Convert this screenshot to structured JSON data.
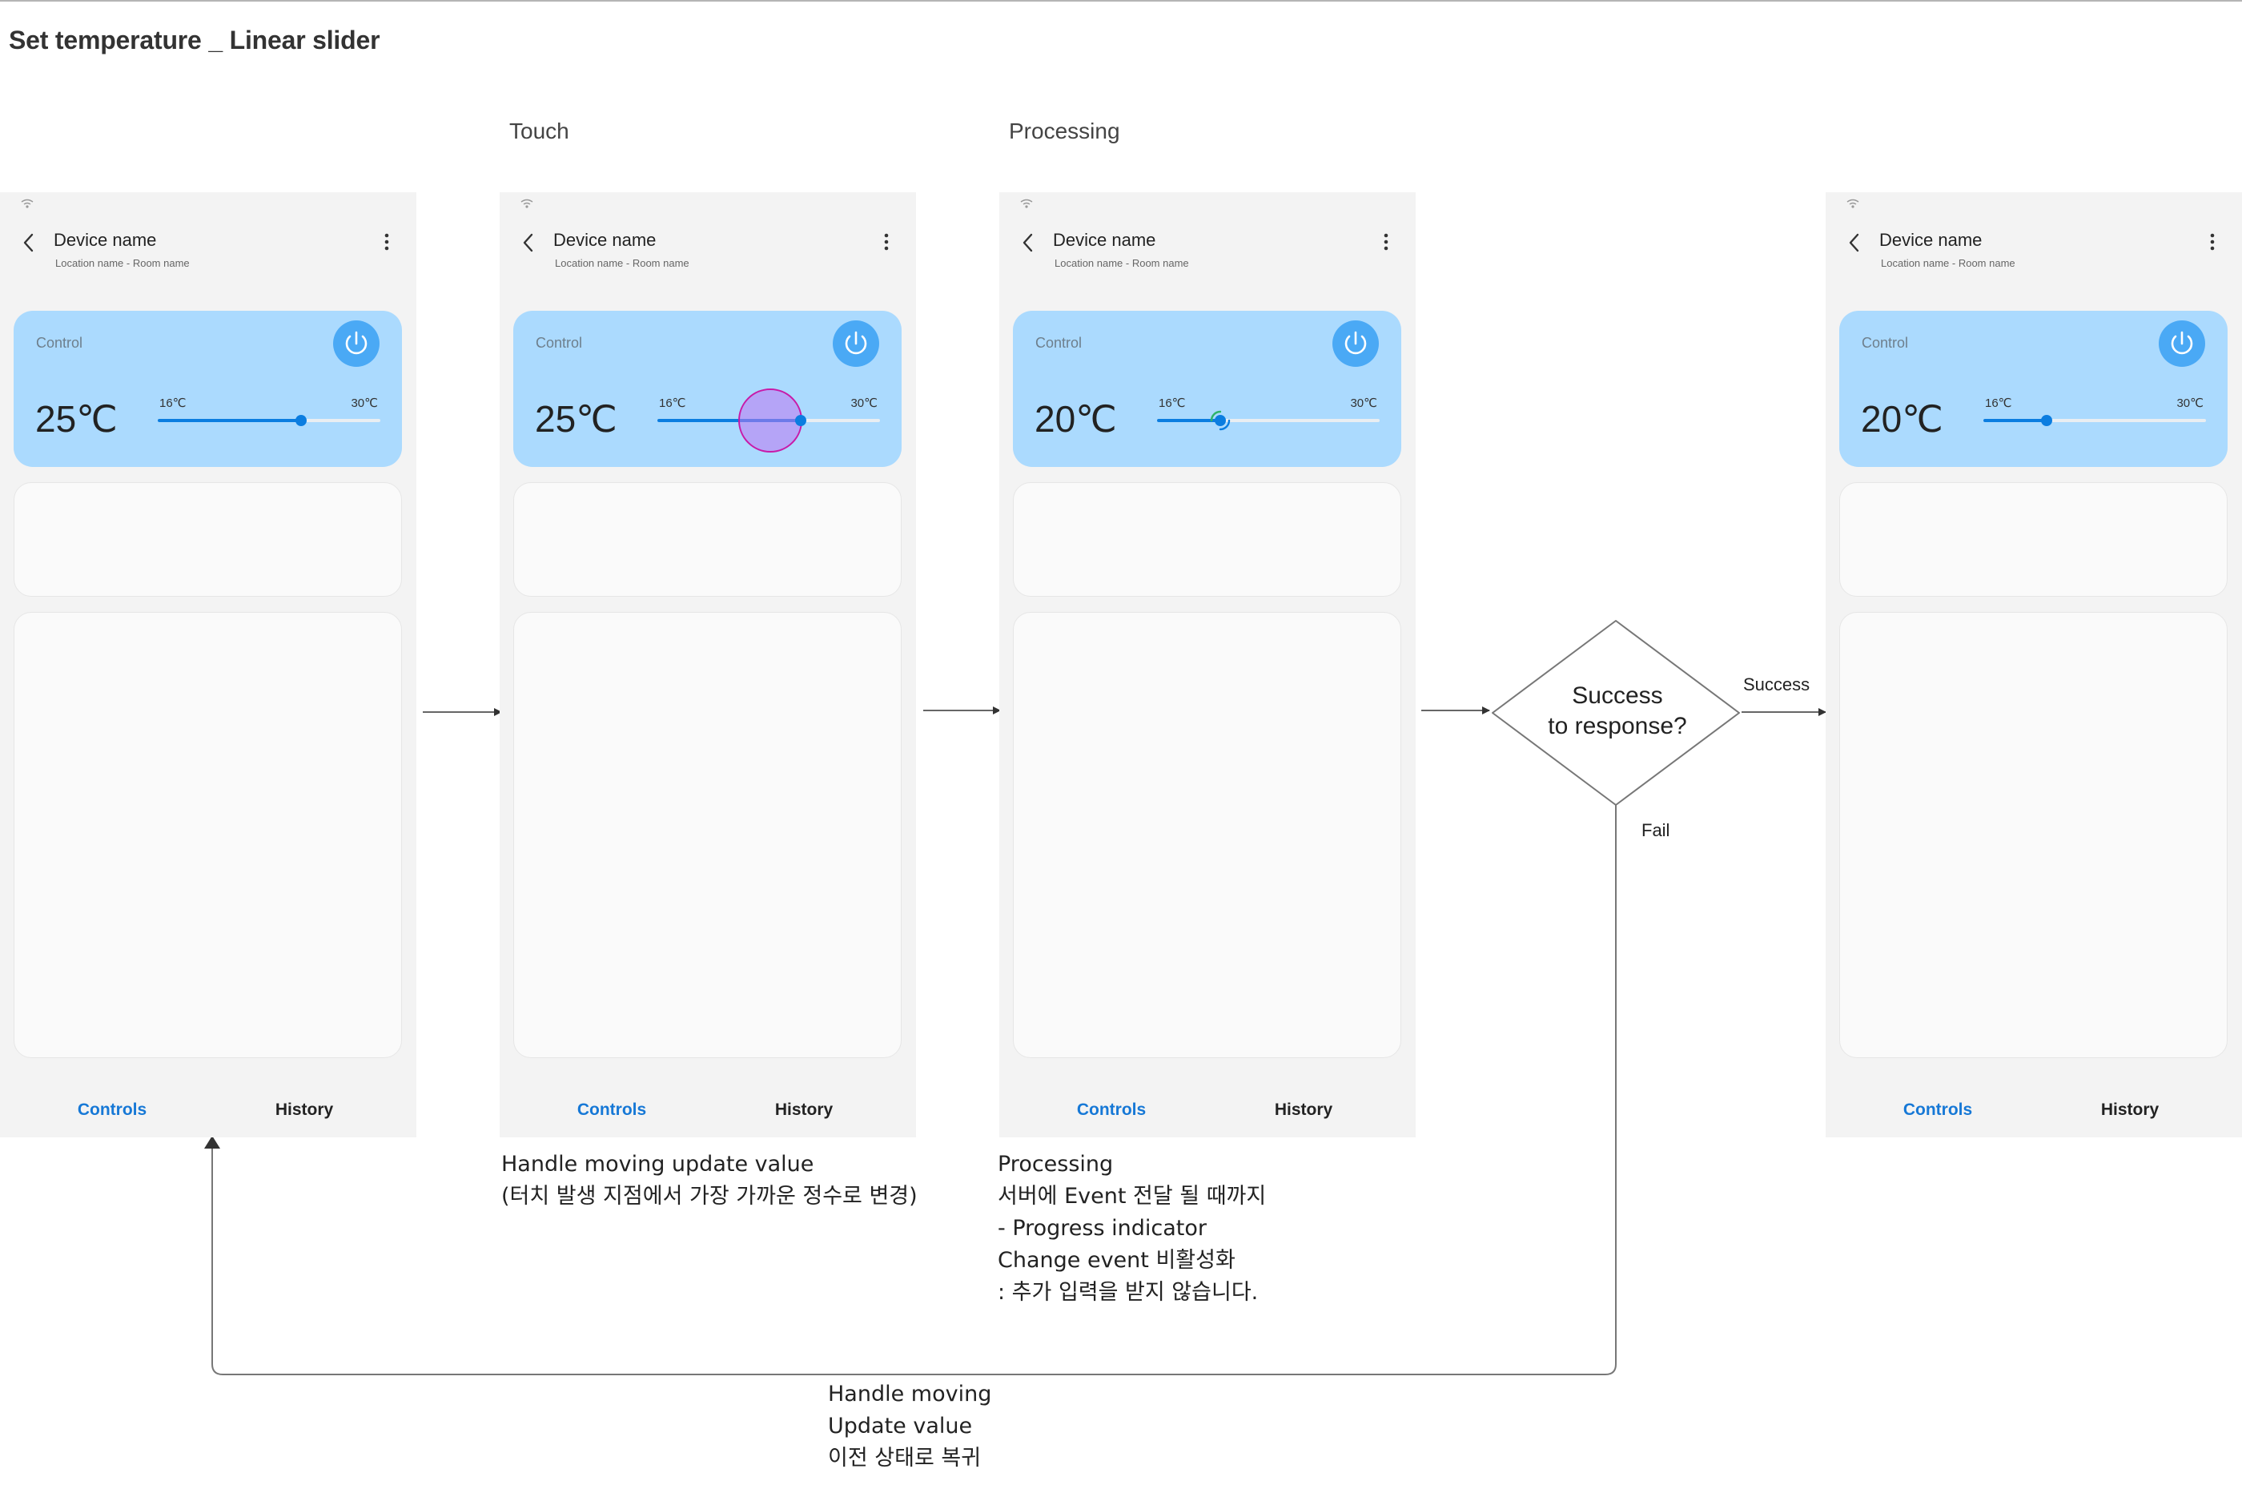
{
  "page_title": "Set temperature _ Linear slider",
  "steps": {
    "touch_label": "Touch",
    "processing_label": "Processing"
  },
  "phone": {
    "device_name": "Device name",
    "location": "Location name - Room name",
    "control_label": "Control",
    "min_label": "16℃",
    "max_label": "30℃",
    "tab_controls": "Controls",
    "tab_history": "History",
    "accent_color": "#0b7de0",
    "card_color": "#abdafe"
  },
  "screens": [
    {
      "temp": "25℃",
      "slider_value": 25
    },
    {
      "temp": "25℃",
      "slider_value": 25,
      "touch_indicator": true
    },
    {
      "temp": "20℃",
      "slider_value": 20,
      "progress_indicator": true
    },
    {
      "temp": "20℃",
      "slider_value": 20
    }
  ],
  "slider_range": [
    16,
    30
  ],
  "decision": {
    "line1": "Success",
    "line2": "to response?",
    "success_label": "Success",
    "fail_label": "Fail"
  },
  "notes": {
    "touch": [
      "Handle moving update value",
      "(터치 발생 지점에서 가장 가까운 정수로 변경)"
    ],
    "processing": [
      "Processing",
      "서버에 Event 전달 될 때까지",
      "- Progress indicator",
      "Change event 비활성화",
      ": 추가 입력을 받지 않습니다."
    ],
    "fail": [
      "Handle moving",
      "Update value",
      "이전 상태로 복귀"
    ]
  }
}
